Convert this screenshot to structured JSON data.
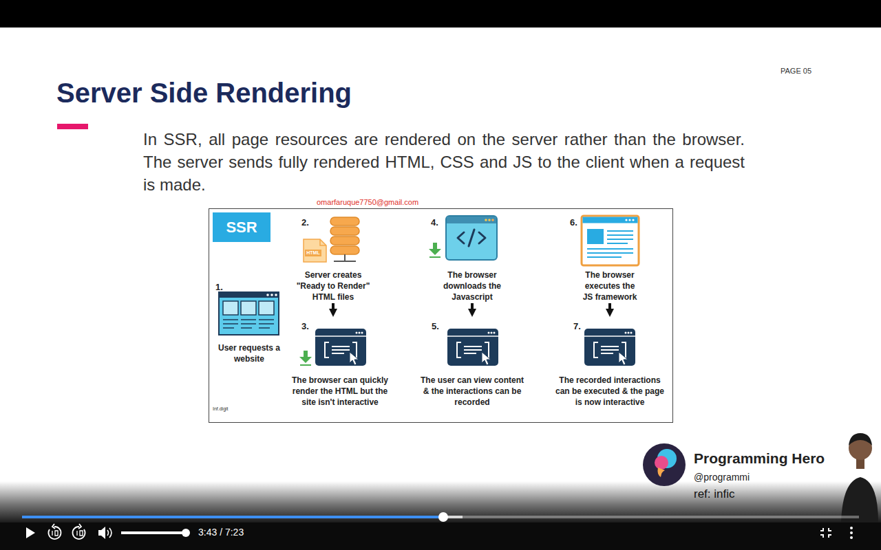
{
  "diagram": {
    "title": "Server Side Rendering",
    "nodes": [
      {
        "text": [
          "SSR"
        ]
      },
      {
        "text": [
          "1.",
          "User requests a website"
        ]
      },
      {
        "text": [
          "2.",
          "Server creates \"Ready to Render\" HTML files"
        ]
      },
      {
        "text": [
          "3.",
          "The browser can quickly render the HTML but the site isn't interactive"
        ]
      },
      {
        "text": [
          "4.",
          "The browser downloads the Javascript"
        ]
      },
      {
        "text": [
          "5.",
          "The user can view content & the interactions can be recorded"
        ]
      },
      {
        "text": [
          "6.",
          "The browser executes the JS framework"
        ]
      },
      {
        "text": [
          "7.",
          "The recorded interactions can be executed & the page is now interactive"
        ]
      }
    ],
    "edges": [
      {
        "from": 2,
        "to": 3,
        "arrow": "to"
      },
      {
        "from": 4,
        "to": 5,
        "arrow": "to"
      },
      {
        "from": 6,
        "to": 7,
        "arrow": "to"
      }
    ],
    "labels": [
      "PAGE 05",
      "In SSR, all page resources are rendered on the server rather than the browser. The server sends fully rendered HTML, CSS and JS to the client when a request is made.",
      "omarfaruque7750@gmail.com",
      "HTML",
      "Inf.digit",
      "Programming Hero",
      "@programmi",
      "ref: infic",
      "3:43 / 7:23"
    ]
  }
}
